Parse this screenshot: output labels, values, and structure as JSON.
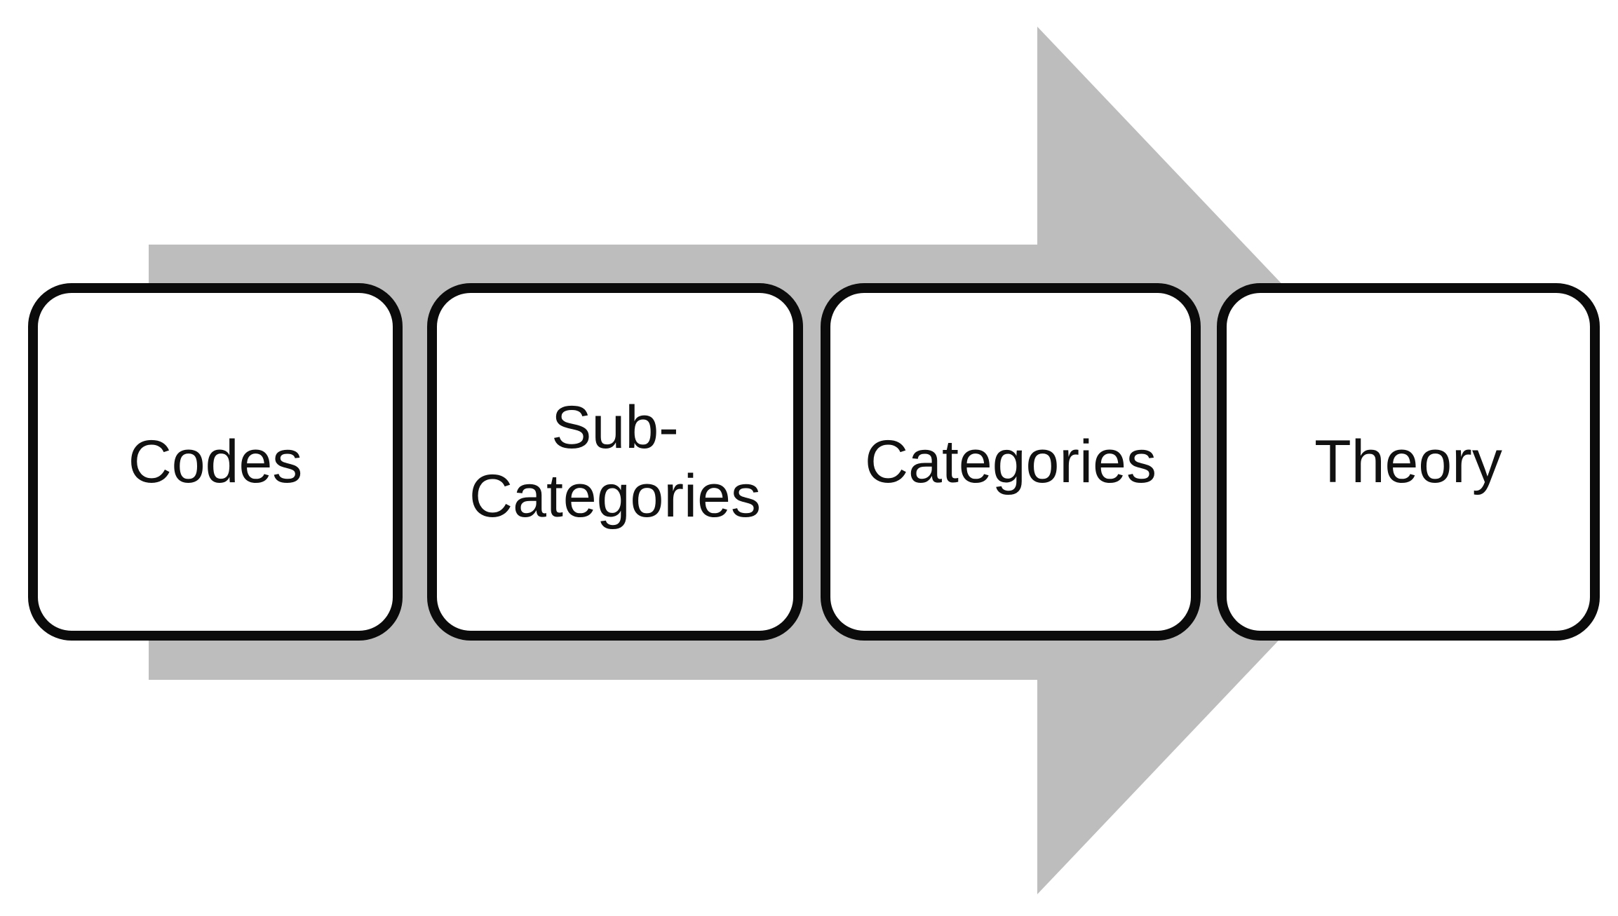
{
  "diagram": {
    "title": "coding-to-theory process flow",
    "type": "process-arrow",
    "direction": "left-to-right",
    "arrow_color": "#bdbdbd",
    "box_border_color": "#0b0b0b",
    "box_fill_color": "#ffffff",
    "text_color": "#111111",
    "steps": [
      {
        "label": "Codes"
      },
      {
        "label": "Sub-\nCategories"
      },
      {
        "label": "Categories"
      },
      {
        "label": "Theory"
      }
    ]
  }
}
